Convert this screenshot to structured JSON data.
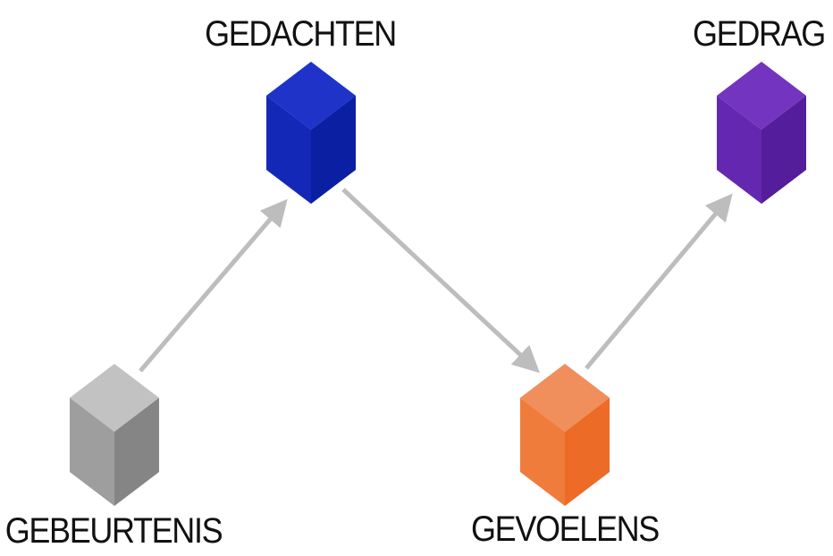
{
  "nodes": [
    {
      "id": "gebeurtenis",
      "label": "GEBEURTENIS",
      "color_top": "#c2c2c2",
      "color_left": "#9e9e9e",
      "color_right": "#858585"
    },
    {
      "id": "gedachten",
      "label": "GEDACHTEN",
      "color_top": "#1f33c9",
      "color_left": "#1428b8",
      "color_right": "#0b1fa3"
    },
    {
      "id": "gevoelens",
      "label": "GEVOELENS",
      "color_top": "#f08e5c",
      "color_left": "#f07c3c",
      "color_right": "#ec6b27"
    },
    {
      "id": "gedrag",
      "label": "GEDRAG",
      "color_top": "#7335c0",
      "color_left": "#6428b0",
      "color_right": "#531d9c"
    }
  ],
  "edges": [
    {
      "from": "gebeurtenis",
      "to": "gedachten"
    },
    {
      "from": "gedachten",
      "to": "gevoelens"
    },
    {
      "from": "gevoelens",
      "to": "gedrag"
    }
  ],
  "arrow_color": "#bdbdbd"
}
